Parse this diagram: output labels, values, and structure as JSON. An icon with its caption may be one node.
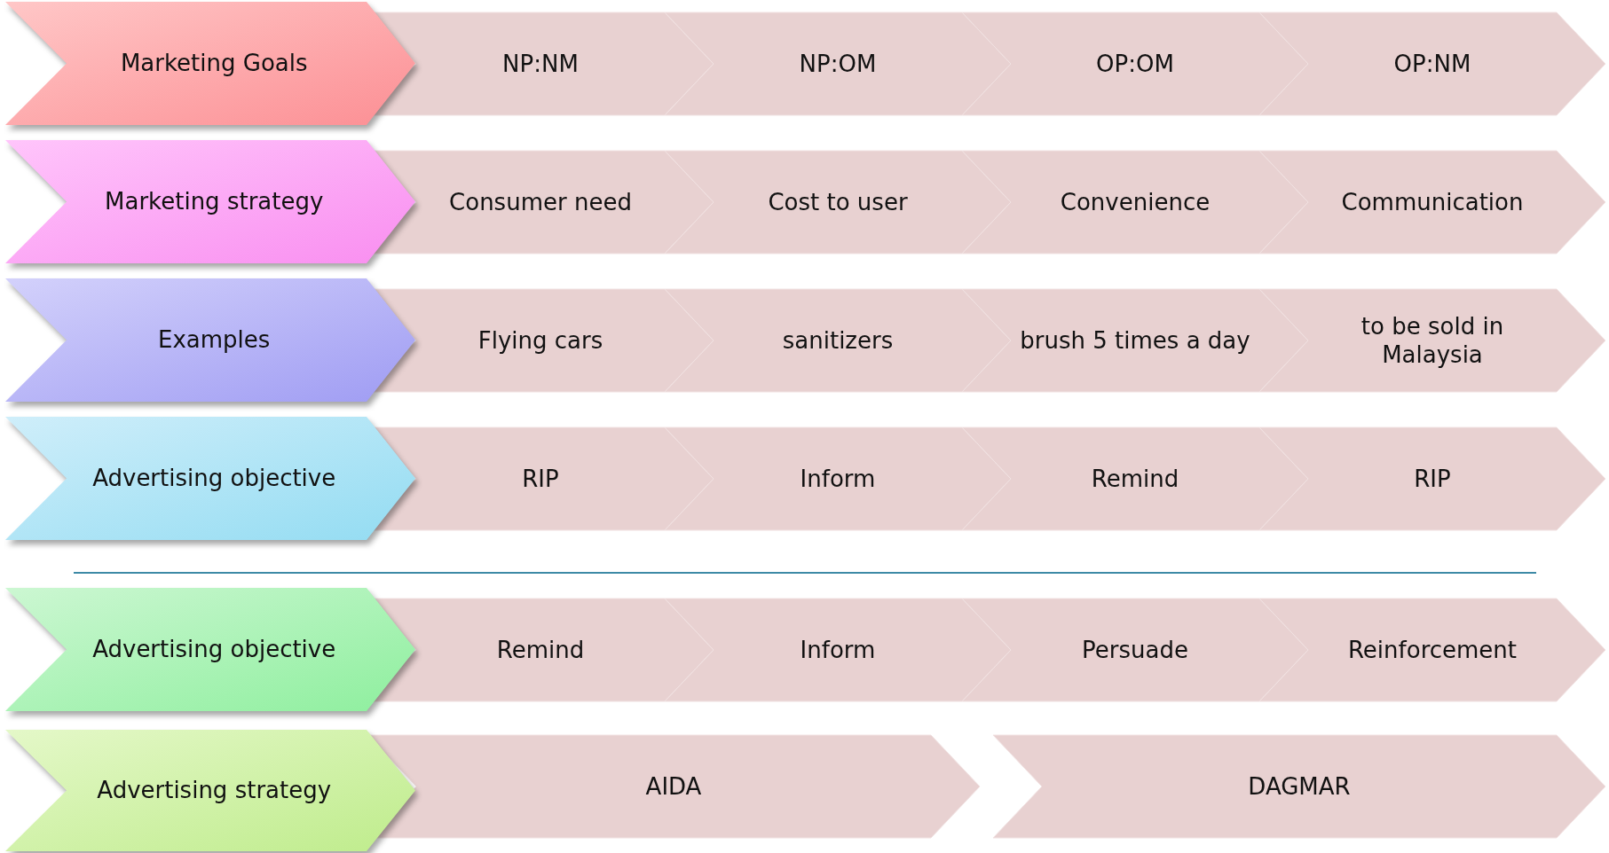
{
  "diagram": {
    "nodes": [
      {
        "text": [
          "Marketing Goals"
        ]
      },
      {
        "text": [
          "NP:NM"
        ]
      },
      {
        "text": [
          "NP:OM"
        ]
      },
      {
        "text": [
          "OP:OM"
        ]
      },
      {
        "text": [
          "OP:NM"
        ]
      },
      {
        "text": [
          "Marketing strategy"
        ]
      },
      {
        "text": [
          "Consumer need"
        ]
      },
      {
        "text": [
          "Cost to user"
        ]
      },
      {
        "text": [
          "Convenience"
        ]
      },
      {
        "text": [
          "Communication"
        ]
      },
      {
        "text": [
          "Examples"
        ]
      },
      {
        "text": [
          "Flying cars"
        ]
      },
      {
        "text": [
          "sanitizers"
        ]
      },
      {
        "text": [
          "brush 5 times a day"
        ]
      },
      {
        "text": [
          "to be sold in Malaysia"
        ]
      },
      {
        "text": [
          "Advertising objective"
        ]
      },
      {
        "text": [
          "RIP"
        ]
      },
      {
        "text": [
          "Inform"
        ]
      },
      {
        "text": [
          "Remind"
        ]
      },
      {
        "text": [
          "RIP"
        ]
      },
      {
        "text": [
          "Advertising objective"
        ]
      },
      {
        "text": [
          "Remind"
        ]
      },
      {
        "text": [
          "Inform"
        ]
      },
      {
        "text": [
          "Persuade"
        ]
      },
      {
        "text": [
          "Reinforcement"
        ]
      },
      {
        "text": [
          "Advertising strategy"
        ]
      },
      {
        "text": [
          "AIDA"
        ]
      },
      {
        "text": [
          "DAGMAR"
        ]
      }
    ]
  }
}
